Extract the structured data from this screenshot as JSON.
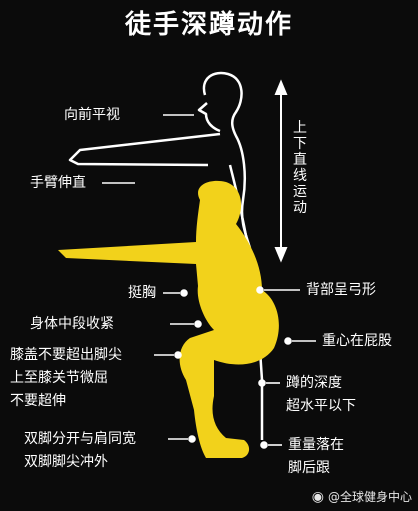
{
  "title": "徒手深蹲动作",
  "labels": {
    "look_forward": "向前平视",
    "arms_straight": "手臂伸直",
    "up_down_straight": "上下直线运动",
    "chest_out": "挺胸",
    "core_tight": "身体中段收紧",
    "knees_line1": "膝盖不要超出脚尖",
    "knees_line2": "上至膝关节微屈",
    "knees_line3": "不要超伸",
    "feet_line1": "双脚分开与肩同宽",
    "feet_line2": "双脚脚尖冲外",
    "back_arched": "背部呈弓形",
    "center_gravity": "重心在屁股",
    "depth_line1": "蹲的深度",
    "depth_line2": "超水平以下",
    "weight_line1": "重量落在",
    "weight_line2": "脚后跟"
  },
  "watermark": "@全球健身中心",
  "colors": {
    "background": "#0b0b0b",
    "figure": "#f2d21b",
    "text": "#ffffff"
  }
}
